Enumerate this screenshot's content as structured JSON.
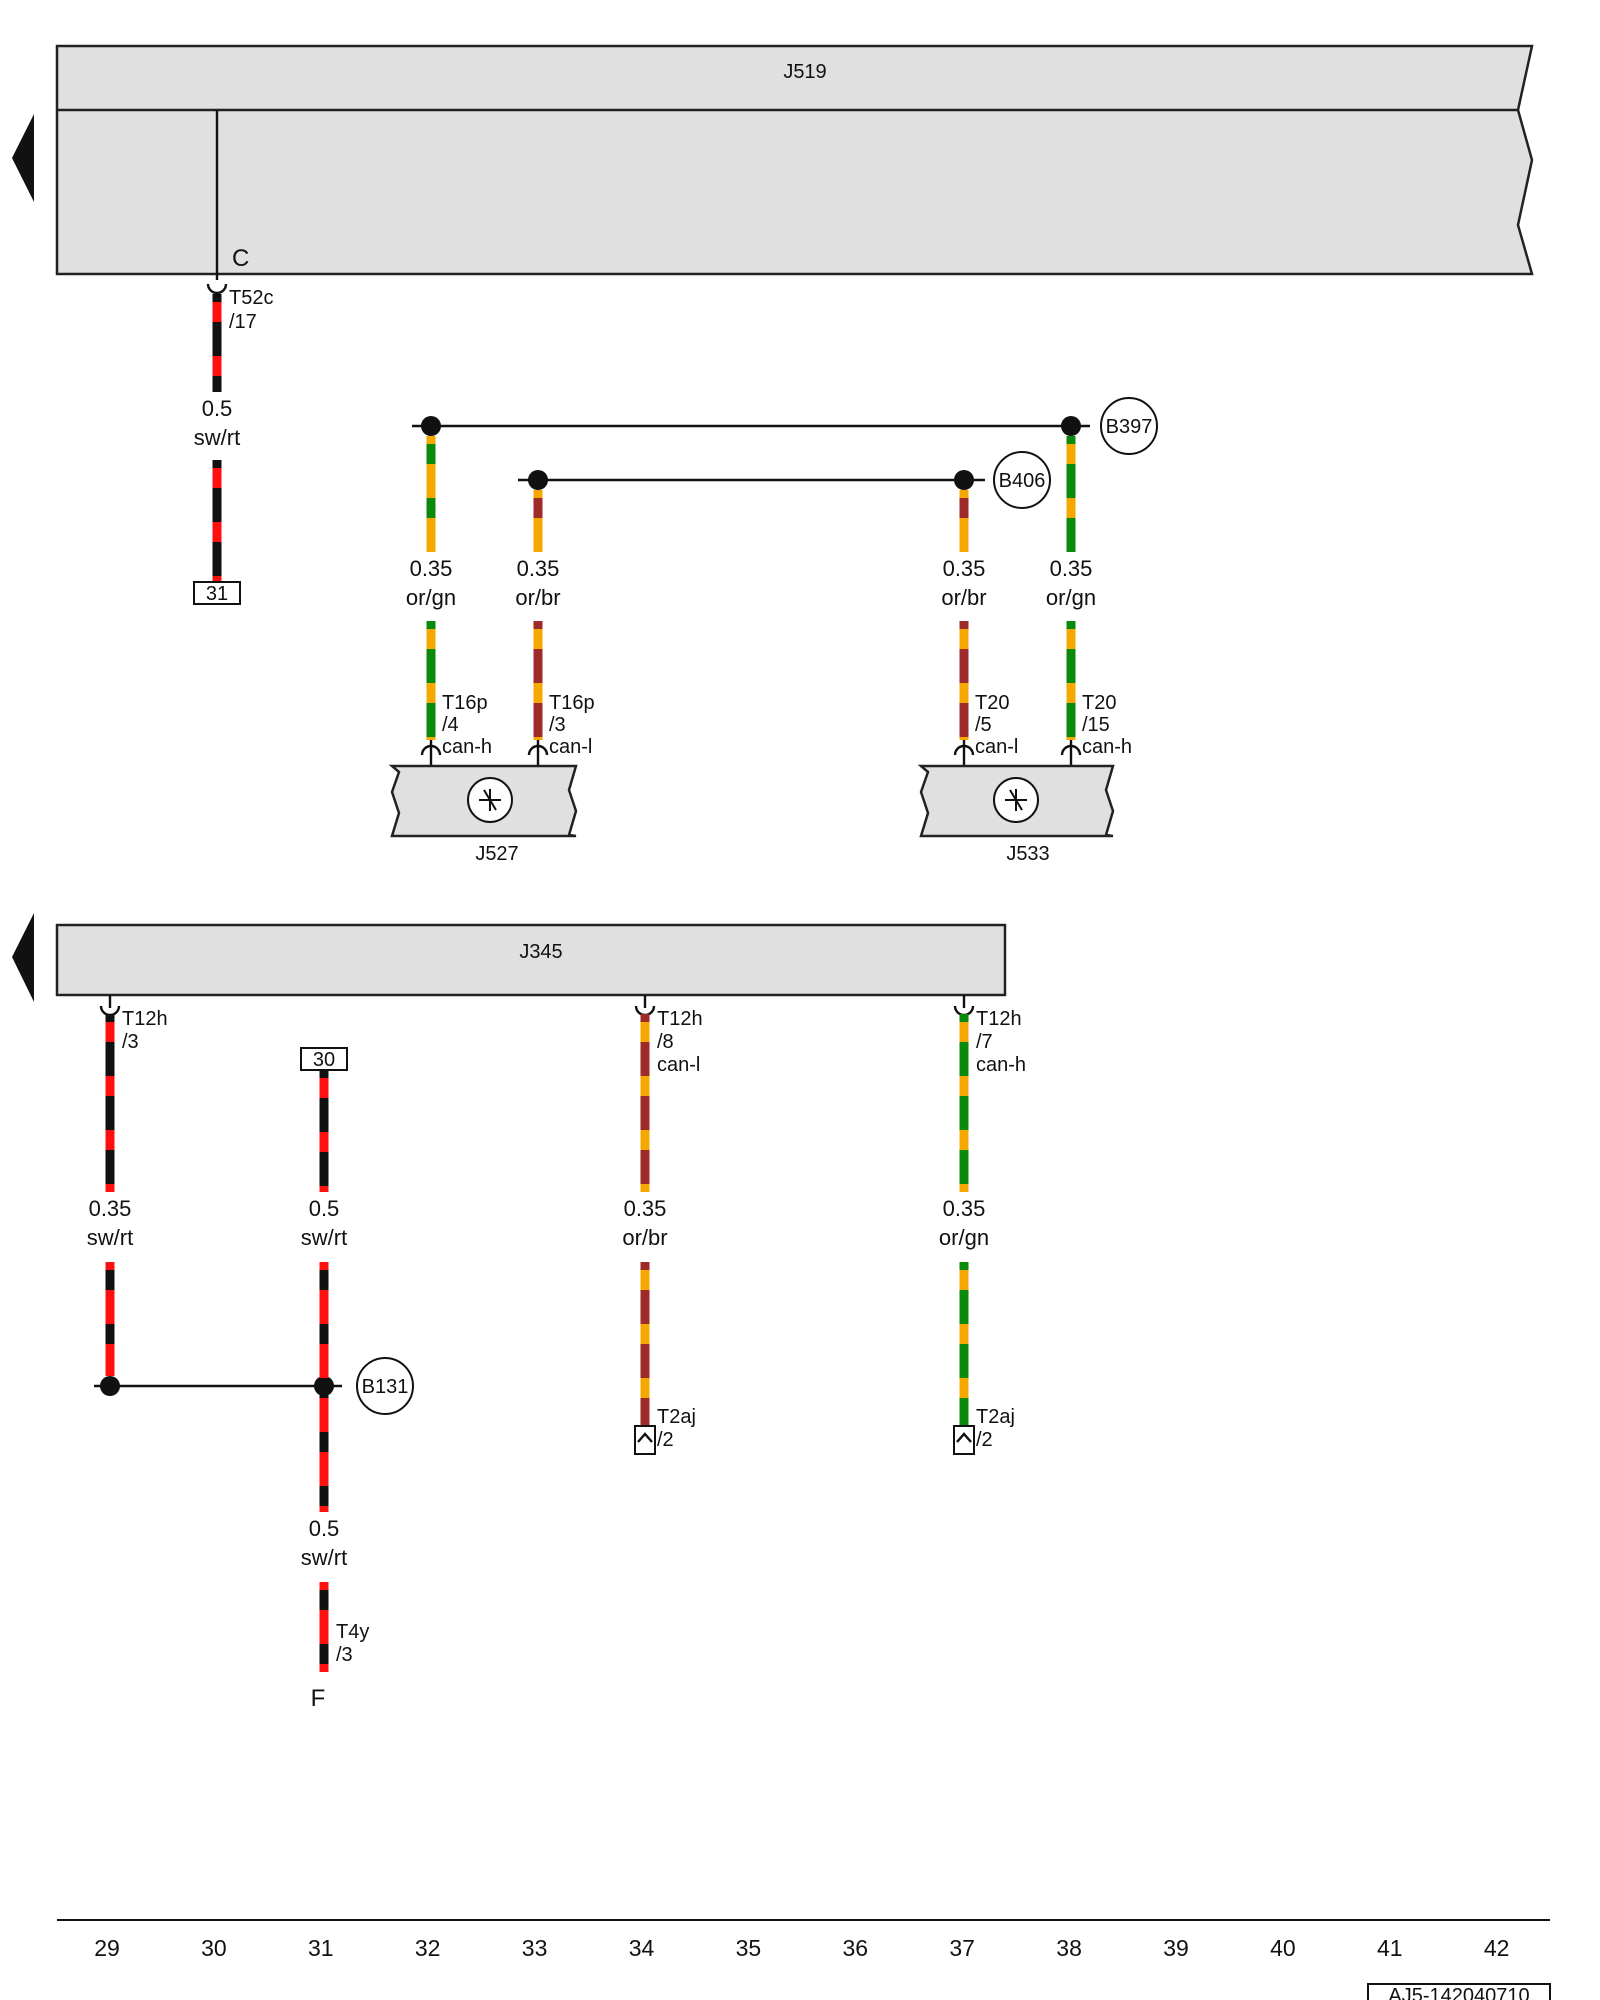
{
  "colors": {
    "sw": "#111111",
    "rt": "#ff1010",
    "or": "#f5a800",
    "gn": "#0a8a0a",
    "br": "#9e2a2a",
    "component_fill": "#e0e0e0"
  },
  "components": {
    "j519": "J519",
    "j527": "J527",
    "j533": "J533",
    "j345": "J345"
  },
  "splices": {
    "b397": "B397",
    "b406": "B406",
    "b131": "B131"
  },
  "connection_letters": {
    "c": "C",
    "f": "F"
  },
  "terminal_boxes": {
    "t31": "31",
    "t30": "30"
  },
  "connectors": {
    "t52c": "T52c",
    "t52c_pin": "/17",
    "t16p": "T16p",
    "t16p_pin4": "/4",
    "t16p_pin3": "/3",
    "t20": "T20",
    "t20_pin5": "/5",
    "t20_pin15": "/15",
    "t12h": "T12h",
    "t12h_pin3": "/3",
    "t12h_pin8": "/8",
    "t12h_pin7": "/7",
    "t2aj": "T2aj",
    "t2aj_pin": "/2",
    "t4y": "T4y",
    "t4y_pin": "/3",
    "can_h": "can-h",
    "can_l": "can-l"
  },
  "wire_specs": {
    "w30_size": "0.5",
    "w30_color": "sw/rt",
    "w32_size": "0.35",
    "w32_color": "or/gn",
    "w33_size": "0.35",
    "w33_color": "or/br",
    "w37_size": "0.35",
    "w37_color": "or/br",
    "w38_size": "0.35",
    "w38_color": "or/gn",
    "w29b_size": "0.35",
    "w29b_color": "sw/rt",
    "w31b_size": "0.5",
    "w31b_color": "sw/rt",
    "w34b_size": "0.35",
    "w34b_color": "or/br",
    "w37b_size": "0.35",
    "w37b_color": "or/gn",
    "w31c_size": "0.5",
    "w31c_color": "sw/rt"
  },
  "ruler": {
    "numbers": [
      "29",
      "30",
      "31",
      "32",
      "33",
      "34",
      "35",
      "36",
      "37",
      "38",
      "39",
      "40",
      "41",
      "42"
    ]
  },
  "image_id": "AJ5-142040710"
}
